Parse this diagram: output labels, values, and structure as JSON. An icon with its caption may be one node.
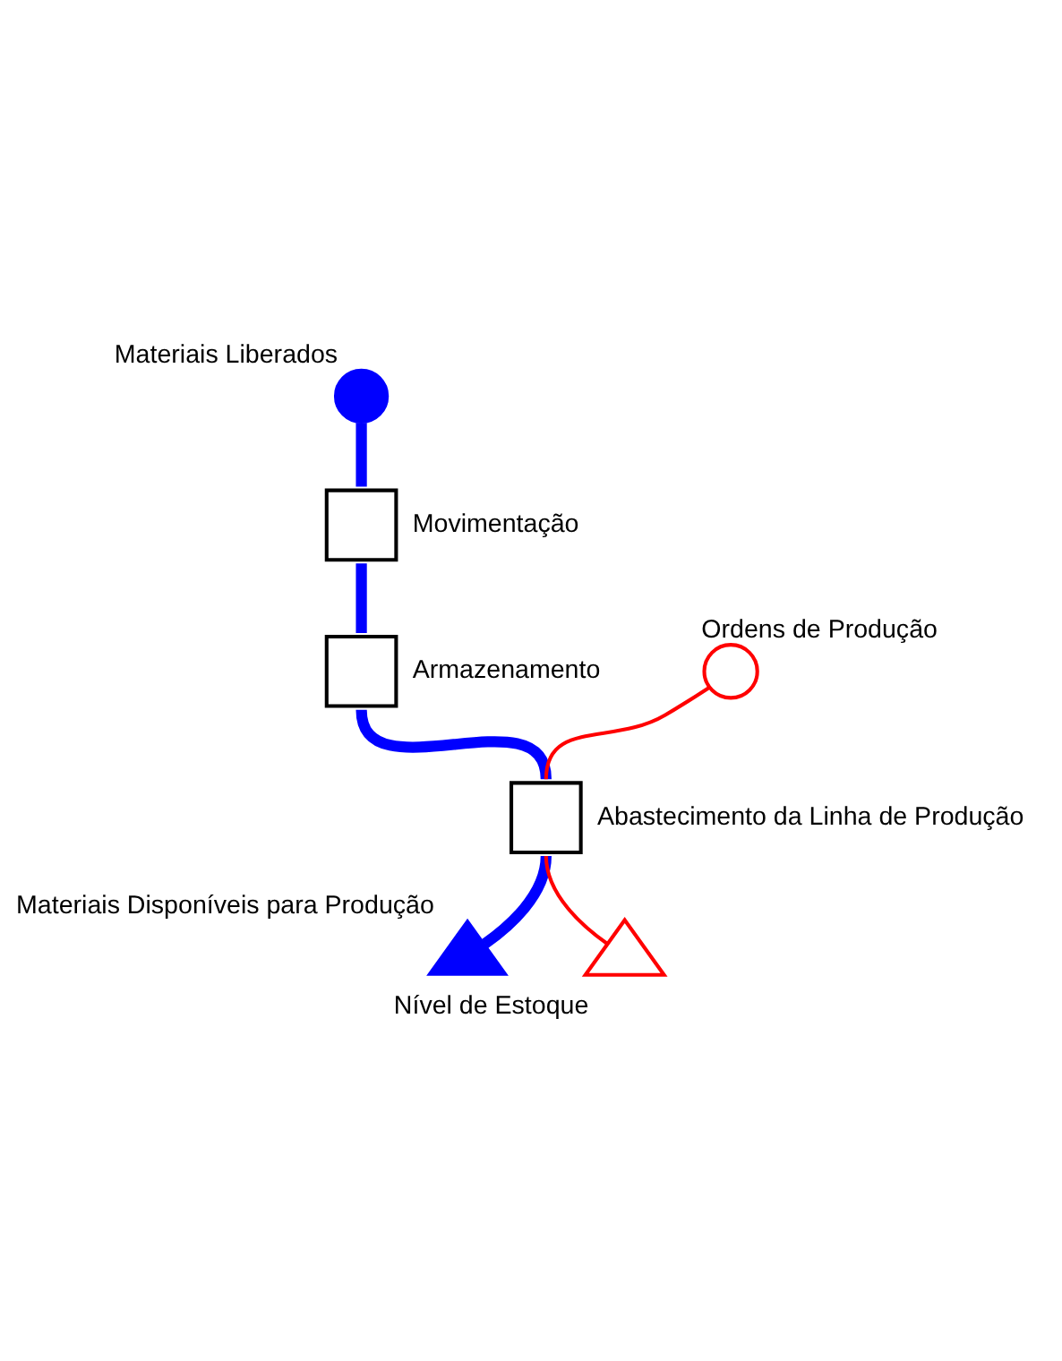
{
  "diagram": {
    "nodes": [
      {
        "text": [
          "Materiais Liberados"
        ]
      },
      {
        "text": [],
        "shape": "box",
        "beside": [
          "Movimentação"
        ]
      },
      {
        "text": [],
        "shape": "box",
        "beside": [
          "Armazenamento"
        ]
      },
      {
        "text": [
          "Ordens de Produção"
        ]
      },
      {
        "text": [],
        "shape": "box",
        "beside": [
          "Abastecimento da Linha de Produção"
        ]
      },
      {
        "text": [
          "Materiais Disponíveis para Produção"
        ]
      },
      {
        "text": [
          "Nível de Estoque"
        ]
      }
    ],
    "edges": [
      {
        "from": 0,
        "to": 1,
        "arrow": "none"
      },
      {
        "from": 1,
        "to": 2,
        "arrow": "none"
      },
      {
        "from": 2,
        "to": 4,
        "arrow": "none"
      },
      {
        "from": 3,
        "to": 4,
        "arrow": "none",
        "color": "#ff0000"
      },
      {
        "from": 4,
        "to": 5,
        "arrow": "none"
      },
      {
        "from": 4,
        "to": 6,
        "arrow": "none",
        "color": "#ff0000"
      }
    ]
  }
}
